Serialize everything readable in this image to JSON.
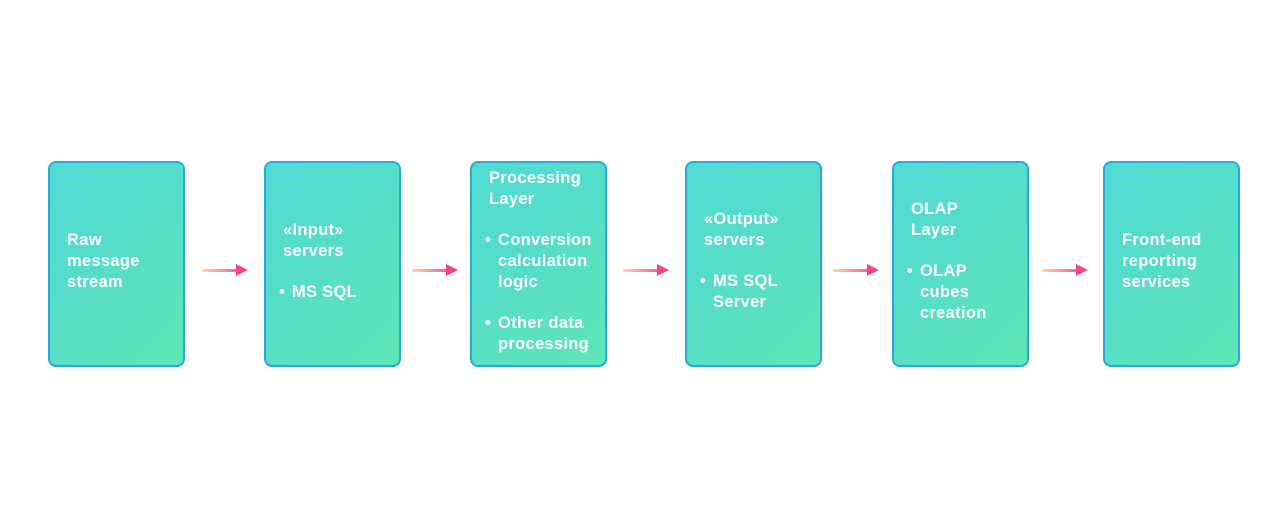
{
  "diagram": {
    "bullet_char": "•",
    "colors": {
      "background": "#ffffff",
      "box_fill_gradient_start": "#50dad2",
      "box_fill_gradient_end": "#5fe6b4",
      "box_border": "#29a9d9",
      "text": "#ffffff",
      "arrow_line_start": "#ffd9a6",
      "arrow_line_end": "#f75f94",
      "arrow_head": "#f6418c"
    },
    "boxes": [
      {
        "heading": "Raw\nmessage\nstream",
        "bullets": []
      },
      {
        "heading": "«Input»\nservers",
        "bullets": [
          "MS SQL"
        ]
      },
      {
        "heading": "Processing\nLayer",
        "bullets": [
          "Conversion\ncalculation\nlogic",
          "Other data\nprocessing"
        ]
      },
      {
        "heading": "«Output»\nservers",
        "bullets": [
          "MS SQL\nServer"
        ]
      },
      {
        "heading": "OLAP\nLayer",
        "bullets": [
          "OLAP\ncubes\ncreation"
        ]
      },
      {
        "heading": "Front-end\nreporting\nservices",
        "bullets": []
      }
    ],
    "arrow_count": 5
  }
}
